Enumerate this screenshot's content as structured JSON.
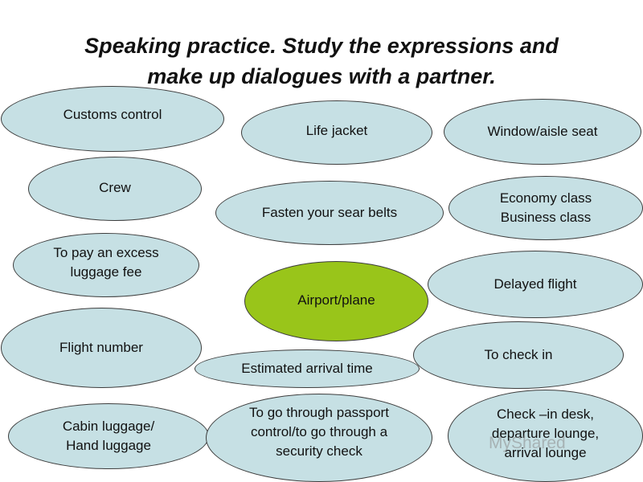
{
  "slide": {
    "title_line1": "Speaking practice. Study the expressions and",
    "title_line2": "make up dialogues with a partner.",
    "watermark": "MyShared"
  },
  "colors": {
    "bubble_fill": "#c6e0e4",
    "center_fill": "#99c51a",
    "outline": "#3d3d3d"
  },
  "bubbles": {
    "customs_control": "Customs control",
    "life_jacket": "Life jacket",
    "window_aisle_seat": "Window/aisle seat",
    "crew": "Crew",
    "fasten_belts": "Fasten your sear belts",
    "class_line1": "Economy class",
    "class_line2": "Business class",
    "excess_line1": "To pay an excess",
    "excess_line2": "luggage fee",
    "center": "Airport/plane",
    "delayed_flight": "Delayed flight",
    "flight_number": "Flight number",
    "check_in": "To check in",
    "arrival_time": "Estimated arrival time",
    "cabin_line1": "Cabin luggage/",
    "cabin_line2": "Hand luggage",
    "passport_line1": "To go through passport",
    "passport_line2": "control/to go through a",
    "passport_line3": "security check",
    "desk_line1": "Check –in desk,",
    "desk_line2": "departure lounge,",
    "desk_line3": "arrival lounge"
  }
}
